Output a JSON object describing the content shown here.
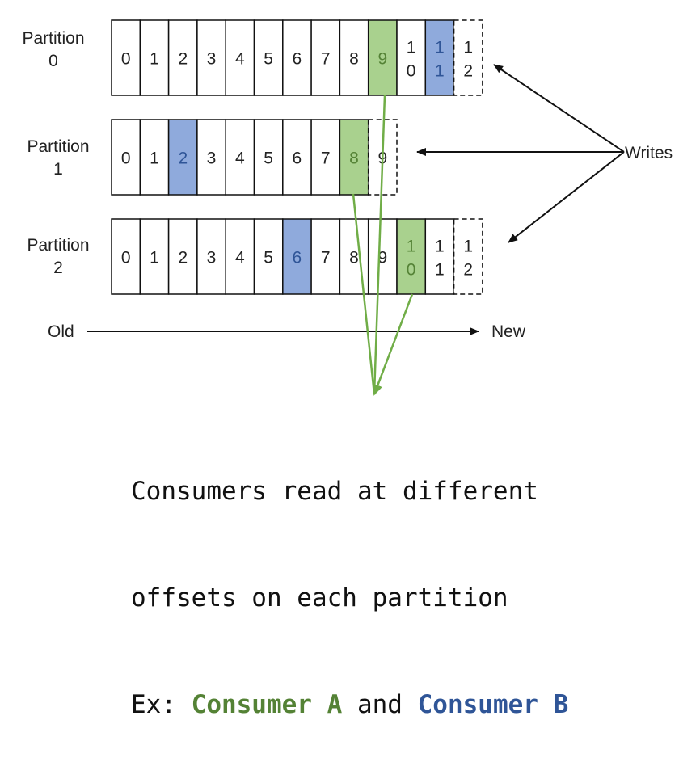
{
  "colors": {
    "consumer_a": "#a9d18e",
    "consumer_a_text": "#548235",
    "consumer_a_line": "#70ad47",
    "consumer_b": "#8faadc",
    "consumer_b_text": "#2f5597"
  },
  "partitions": [
    {
      "label_line1": "Partition",
      "label_line2": "0",
      "cells": [
        {
          "text": "0",
          "state": "committed"
        },
        {
          "text": "1",
          "state": "committed"
        },
        {
          "text": "2",
          "state": "committed"
        },
        {
          "text": "3",
          "state": "committed"
        },
        {
          "text": "4",
          "state": "committed"
        },
        {
          "text": "5",
          "state": "committed"
        },
        {
          "text": "6",
          "state": "committed"
        },
        {
          "text": "7",
          "state": "committed"
        },
        {
          "text": "8",
          "state": "committed"
        },
        {
          "text": "9",
          "state": "consumer-a"
        },
        {
          "text": "10",
          "state": "committed"
        },
        {
          "text": "11",
          "state": "consumer-b"
        },
        {
          "text": "12",
          "state": "pending"
        }
      ]
    },
    {
      "label_line1": "Partition",
      "label_line2": "1",
      "cells": [
        {
          "text": "0",
          "state": "committed"
        },
        {
          "text": "1",
          "state": "committed"
        },
        {
          "text": "2",
          "state": "consumer-b"
        },
        {
          "text": "3",
          "state": "committed"
        },
        {
          "text": "4",
          "state": "committed"
        },
        {
          "text": "5",
          "state": "committed"
        },
        {
          "text": "6",
          "state": "committed"
        },
        {
          "text": "7",
          "state": "committed"
        },
        {
          "text": "8",
          "state": "consumer-a"
        },
        {
          "text": "9",
          "state": "pending"
        }
      ]
    },
    {
      "label_line1": "Partition",
      "label_line2": "2",
      "cells": [
        {
          "text": "0",
          "state": "committed"
        },
        {
          "text": "1",
          "state": "committed"
        },
        {
          "text": "2",
          "state": "committed"
        },
        {
          "text": "3",
          "state": "committed"
        },
        {
          "text": "4",
          "state": "committed"
        },
        {
          "text": "5",
          "state": "committed"
        },
        {
          "text": "6",
          "state": "consumer-b"
        },
        {
          "text": "7",
          "state": "committed"
        },
        {
          "text": "8",
          "state": "committed"
        },
        {
          "text": "9",
          "state": "committed"
        },
        {
          "text": "10",
          "state": "consumer-a"
        },
        {
          "text": "11",
          "state": "committed"
        },
        {
          "text": "12",
          "state": "pending"
        }
      ]
    }
  ],
  "writes_label": "Writes",
  "axis": {
    "old": "Old",
    "new": "New"
  },
  "caption": {
    "line1": "Consumers read at different",
    "line2": "offsets on each partition",
    "line3_prefix": "Ex: ",
    "consumer_a": "Consumer A",
    "connector": " and ",
    "consumer_b": "Consumer B"
  }
}
